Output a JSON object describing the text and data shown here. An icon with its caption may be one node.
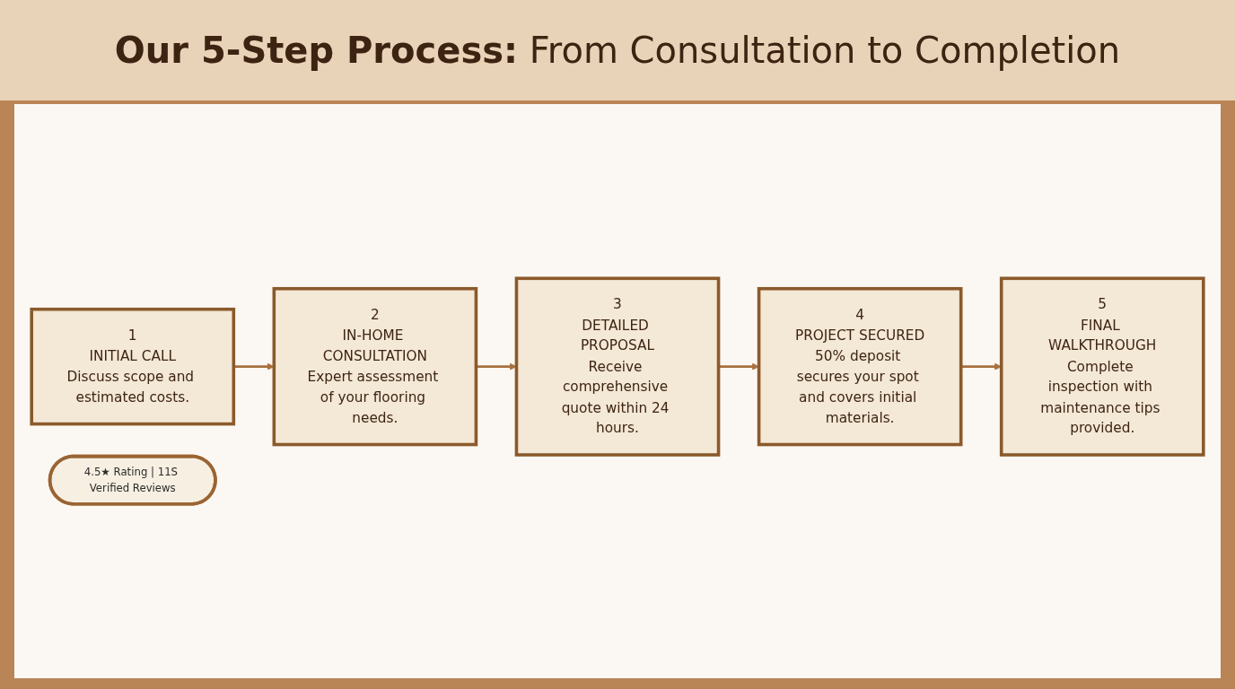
{
  "diagram": {
    "title": "**Our 5-Step Process:** From Consultation to Completion",
    "nodes": [
      {
        "text": [
          "1",
          "INITIAL CALL",
          "Discuss scope and estimated costs."
        ]
      },
      {
        "text": [
          "2",
          "IN-HOME CONSULTATION",
          "Expert assessment of your flooring needs."
        ]
      },
      {
        "text": [
          "3",
          "DETAILED PROPOSAL",
          "Receive comprehensive quote within 24 hours."
        ]
      },
      {
        "text": [
          "4",
          "PROJECT SECURED",
          "50% deposit secures your spot and covers initial materials."
        ]
      },
      {
        "text": [
          "5",
          "FINAL WALKTHROUGH",
          "Complete inspection with maintenance tips provided."
        ]
      },
      {
        "text": [
          "4.5★ Rating | 11S Verified Reviews"
        ]
      }
    ],
    "edges": [
      {
        "from": 0,
        "to": 1,
        "arrow": "to"
      },
      {
        "from": 1,
        "to": 2,
        "arrow": "to"
      },
      {
        "from": 2,
        "to": 3,
        "arrow": "to"
      },
      {
        "from": 3,
        "to": 4,
        "arrow": "to"
      }
    ]
  }
}
